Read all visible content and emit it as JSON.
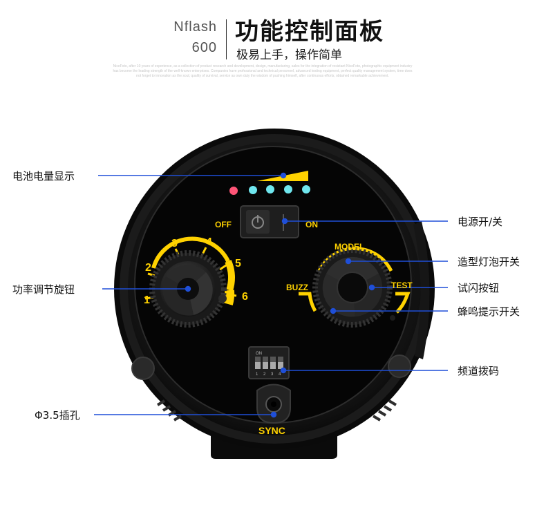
{
  "header": {
    "brand_name": "Nflash",
    "brand_model": "600",
    "title": "功能控制面板",
    "subtitle": "极易上手，操作简单",
    "fineprint": "NiceFoto, after 10 years of experience, as a collection of product research and development, design, manufacturing, sales for the integration of resistant NiceFoto, photographic equipment industry has become the leading strength of the well-known enterprises. Companies have professional and technical personnel, advanced testing equipment, perfect quality management system, time does not forget to innovation as the soul, quality of survival, service as own duty the wisdom of pushing himself, after continuous efforts, obtained remarkable achievement."
  },
  "callouts": {
    "battery": "电池电量显示",
    "power": "功率调节旋钮",
    "jack": "Φ3.5插孔",
    "power_switch": "电源开/关",
    "model_lamp": "造型灯泡开关",
    "test_button": "试闪按钮",
    "buzzer": "蜂鸣提示开关",
    "channel": "频道拨码"
  },
  "panel": {
    "off_label": "OFF",
    "on_label": "ON",
    "dial_numbers": [
      "1",
      "2",
      "3",
      "4",
      "5",
      "6"
    ],
    "model_label": "MODEL",
    "test_label": "TEST",
    "buzz_label": "BUZZ",
    "sync_label": "SYNC",
    "dip_on_label": "ON",
    "dip_numbers": [
      "1",
      "2",
      "3",
      "4"
    ]
  },
  "colors": {
    "accent_yellow": "#ffd200",
    "callout_line": "#1f4fd8",
    "led_red": "#ff5577",
    "led_cyan": "#6fe6ee"
  }
}
